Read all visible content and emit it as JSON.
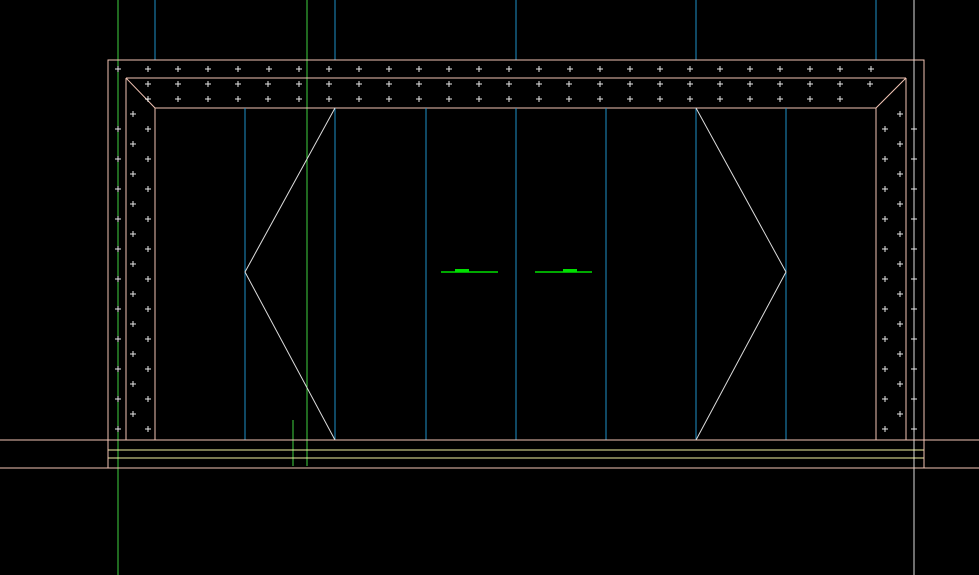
{
  "drawing": {
    "title": "",
    "background": "#000000",
    "colors": {
      "frame_outline": "#f2c4b4",
      "hatch_marks": "#e8e8e8",
      "panel_dividers": "#1e90c8",
      "door_swing": "#dcdcdc",
      "handles": "#00e000",
      "construction_lines": "#3fd23f",
      "floor_lines": "#f2f2a0"
    },
    "elements": {
      "frame": "door-frame",
      "hatch": "insulation-hatch",
      "panels": "sliding-panels",
      "swing": "door-swing-indicators",
      "handles": "door-handles",
      "floor": "floor-threshold"
    }
  }
}
